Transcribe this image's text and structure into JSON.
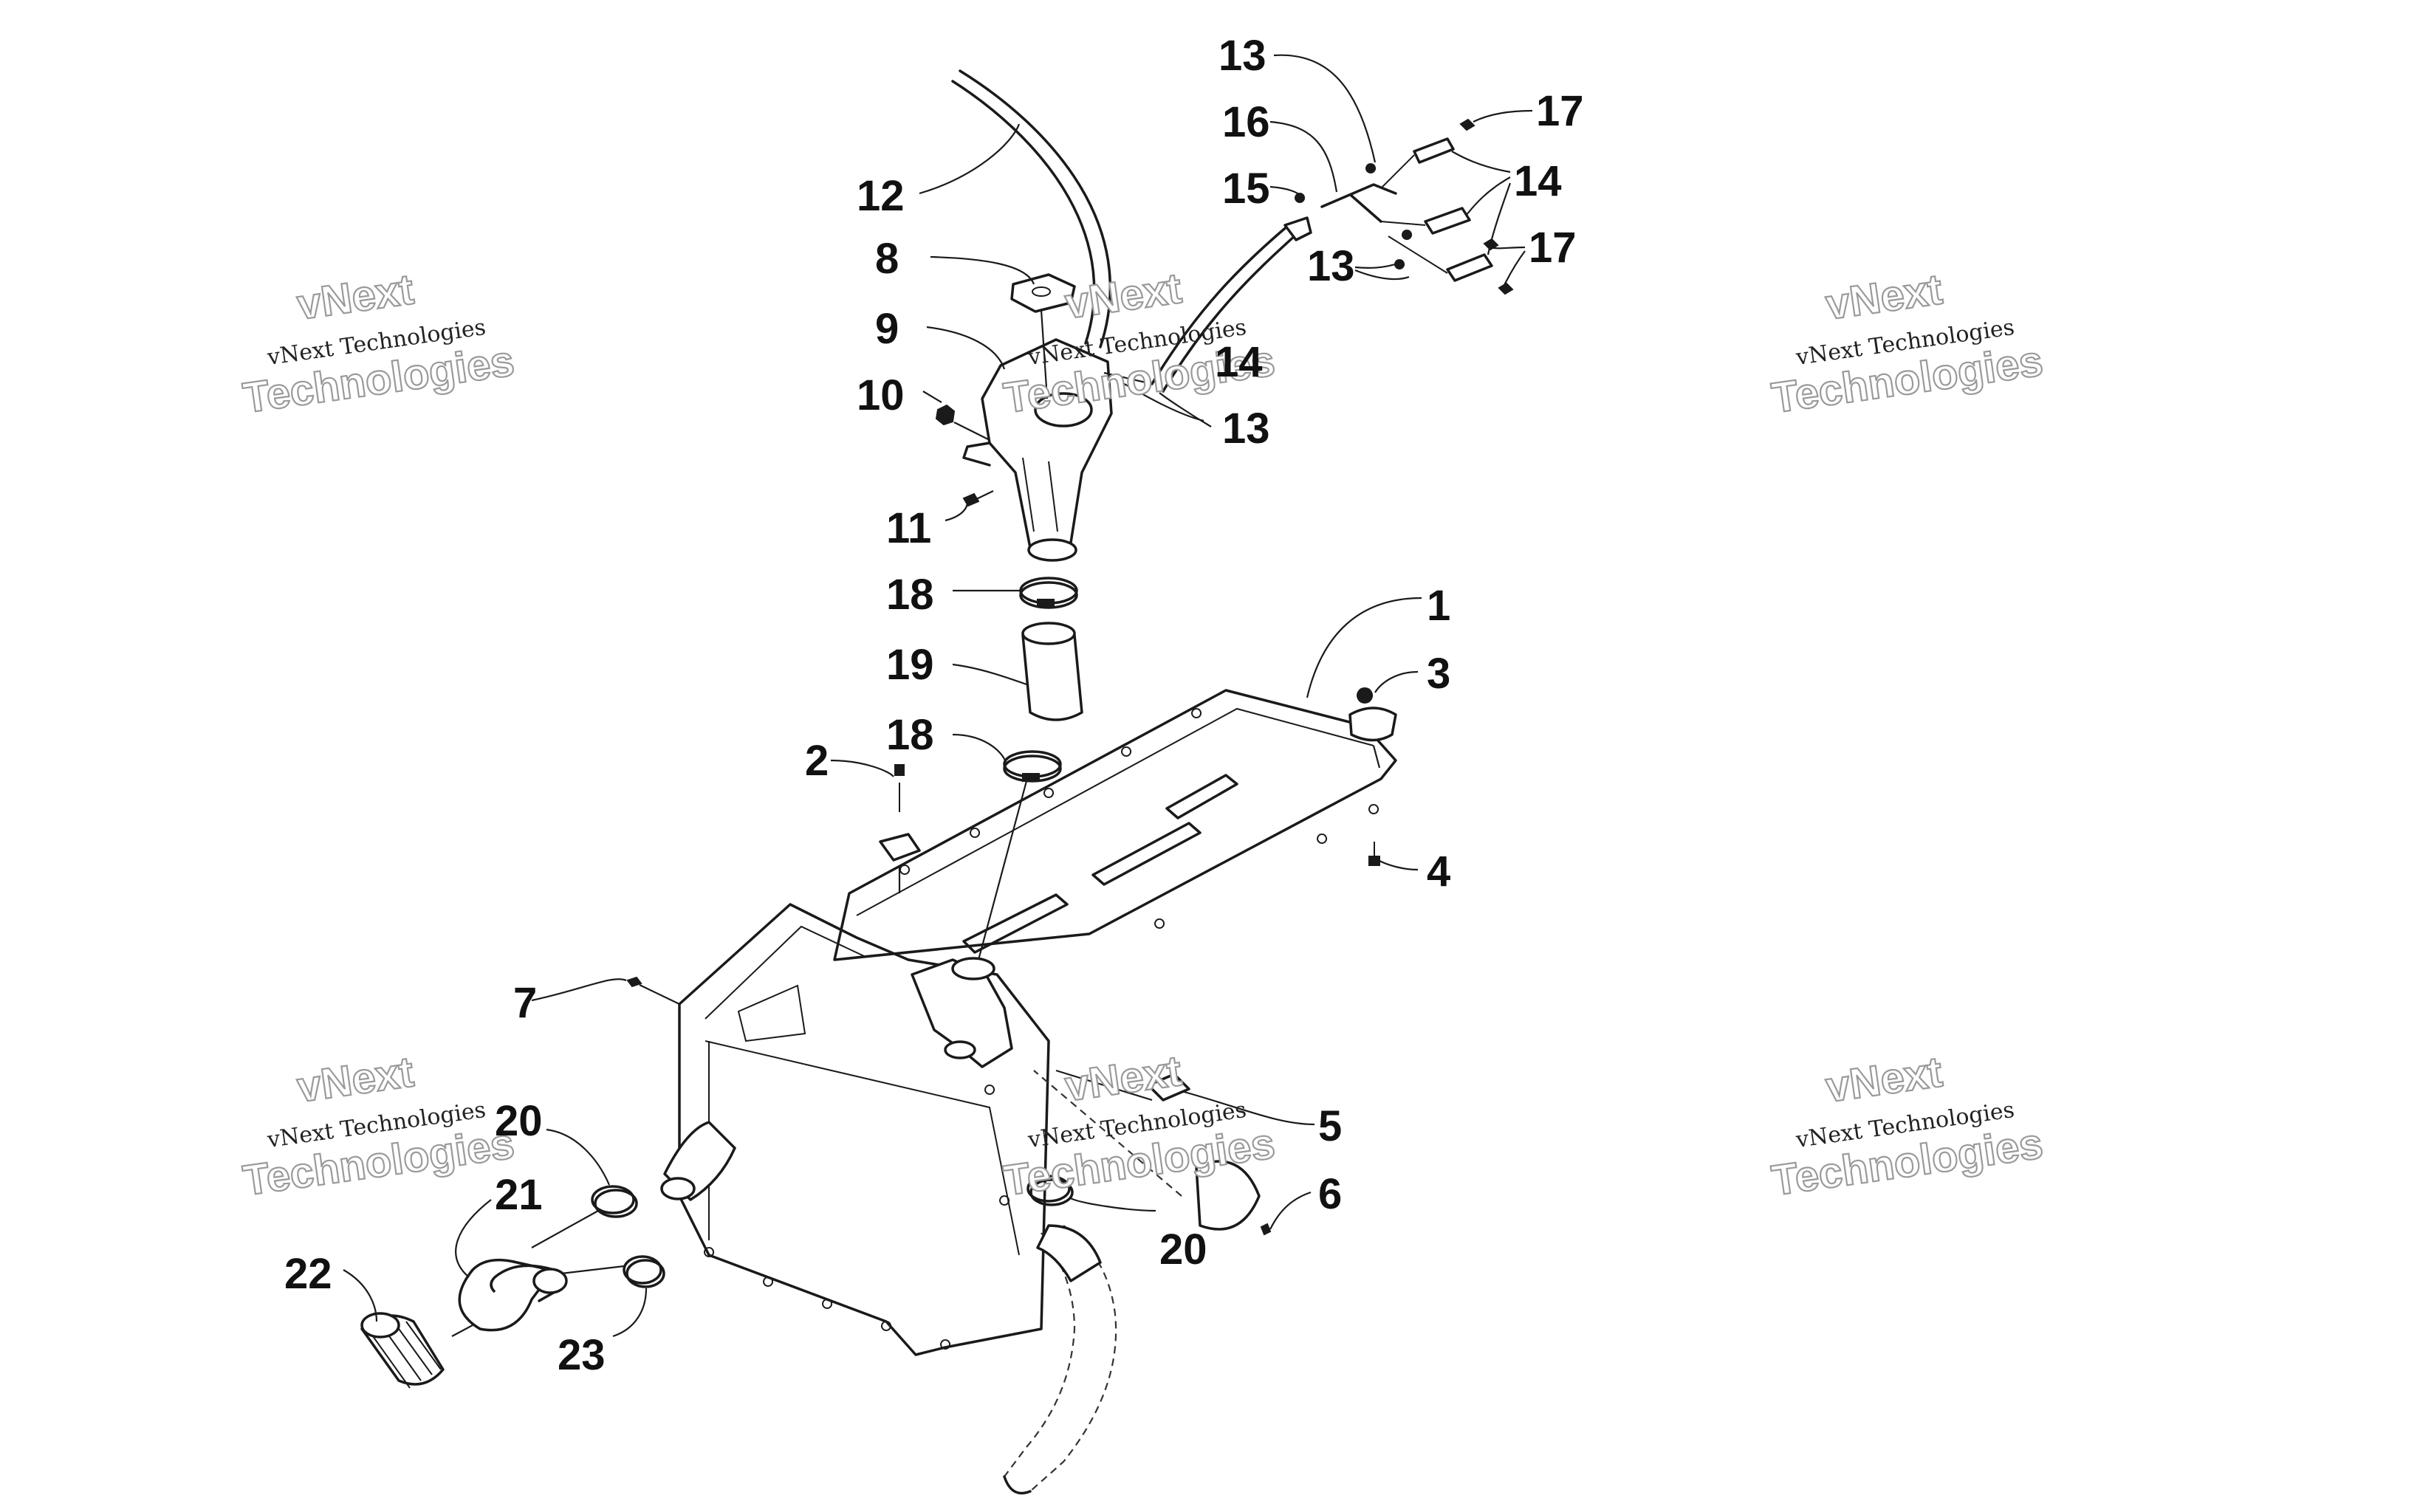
{
  "watermark": {
    "line_small": "vNext Technologies",
    "line_top": "vNext",
    "line_bottom": "Technologies"
  },
  "callouts": {
    "c1": "1",
    "c2": "2",
    "c3": "3",
    "c4": "4",
    "c5": "5",
    "c6": "6",
    "c7": "7",
    "c8": "8",
    "c9": "9",
    "c10": "10",
    "c11": "11",
    "c12": "12",
    "c13a": "13",
    "c13b": "13",
    "c13c": "13",
    "c14a": "14",
    "c14b": "14",
    "c15": "15",
    "c16": "16",
    "c17a": "17",
    "c17b": "17",
    "c18a": "18",
    "c18b": "18",
    "c19": "19",
    "c20a": "20",
    "c20b": "20",
    "c21": "21",
    "c22": "22",
    "c23": "23"
  }
}
